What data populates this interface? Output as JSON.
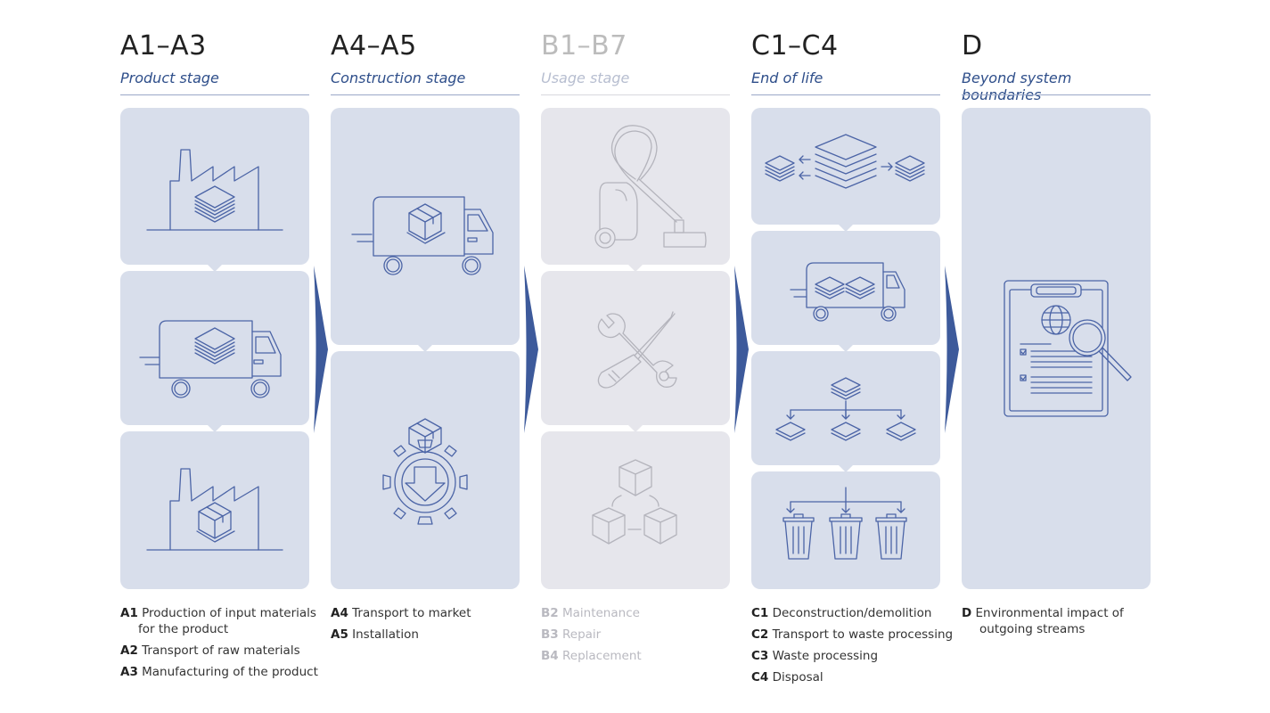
{
  "stages": [
    {
      "code": "A1–A3",
      "title": "Product stage",
      "legend": [
        {
          "id": "A1",
          "text": "Production of input materials for the product"
        },
        {
          "id": "A2",
          "text": "Transport of raw materials"
        },
        {
          "id": "A3",
          "text": "Manufacturing of the product"
        }
      ]
    },
    {
      "code": "A4–A5",
      "title": "Construction stage",
      "legend": [
        {
          "id": "A4",
          "text": "Transport to market"
        },
        {
          "id": "A5",
          "text": "Installation"
        }
      ]
    },
    {
      "code": "B1–B7",
      "title": "Usage stage",
      "legend": [
        {
          "id": "B2",
          "text": "Maintenance"
        },
        {
          "id": "B3",
          "text": "Repair"
        },
        {
          "id": "B4",
          "text": "Replacement"
        }
      ]
    },
    {
      "code": "C1–C4",
      "title": "End of life",
      "legend": [
        {
          "id": "C1",
          "text": "Deconstruction/demolition"
        },
        {
          "id": "C2",
          "text": "Transport to waste processing"
        },
        {
          "id": "C3",
          "text": "Waste processing"
        },
        {
          "id": "C4",
          "text": "Disposal"
        }
      ]
    },
    {
      "code": "D",
      "title": "Beyond system boundaries",
      "legend": [
        {
          "id": "D",
          "text": "Environmental impact of outgoing streams"
        }
      ]
    }
  ],
  "icons": {
    "a1": "factory-with-material-stack-icon",
    "a2": "truck-with-material-stack-icon",
    "a3": "factory-with-box-icon",
    "a4": "truck-with-box-icon",
    "a5": "gear-with-box-download-icon",
    "b2": "vacuum-cleaner-icon",
    "b3": "wrench-screwdriver-icon",
    "b4": "stacked-boxes-icon",
    "c1": "layers-separation-icon",
    "c2": "truck-with-layers-icon",
    "c3": "sorting-tree-icon",
    "c4": "waste-bins-icon",
    "d": "clipboard-magnifier-globe-icon"
  },
  "colors": {
    "accent": "#2e4e8a",
    "card": "#d8deeb",
    "card_inactive": "#e6e6ec",
    "arrow": "#3d5a9b"
  }
}
